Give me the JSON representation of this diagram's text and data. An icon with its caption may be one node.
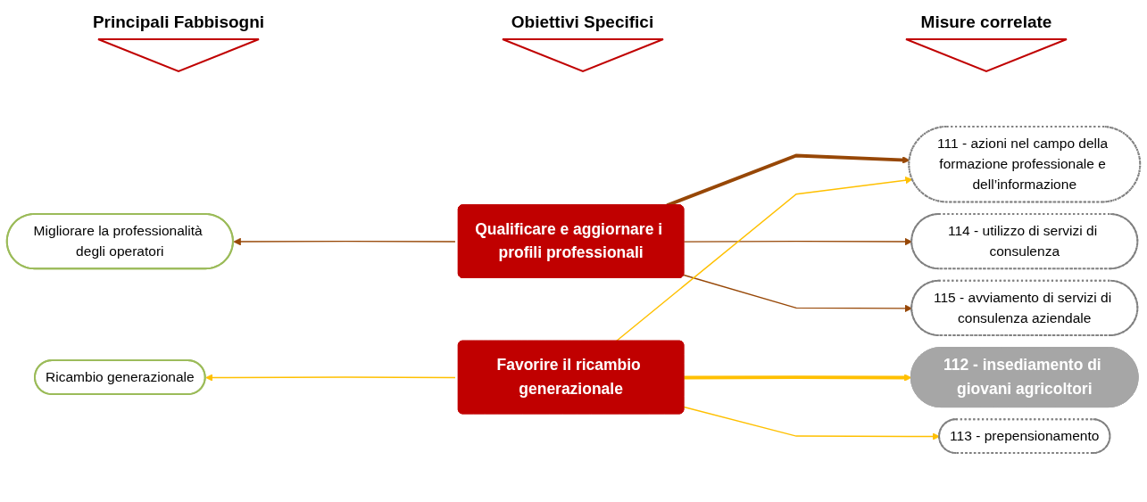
{
  "diagram": {
    "nodes": [
      {
        "text": [
          "Migliorare la professionalità degli operatori"
        ]
      },
      {
        "text": [
          "Ricambio generazionale"
        ]
      },
      {
        "text": [
          "Qualificare e aggiornare i profili professionali"
        ]
      },
      {
        "text": [
          "Favorire il ricambio generazionale"
        ]
      },
      {
        "text": [
          "111 - azioni nel campo della formazione professionale e dell’informazione"
        ]
      },
      {
        "text": [
          "114 - utilizzo di servizi di consulenza"
        ]
      },
      {
        "text": [
          "115 - avviamento di servizi di consulenza aziendale"
        ]
      },
      {
        "text": [
          "112 - insediamento di giovani agricoltori"
        ]
      },
      {
        "text": [
          "113 - prepensionamento"
        ]
      }
    ],
    "edges": [
      {
        "from": 2,
        "to": 0,
        "arrow": "to",
        "color": "#974706"
      },
      {
        "from": 2,
        "to": 4,
        "arrow": "to",
        "style": "thick",
        "color": "#974706"
      },
      {
        "from": 2,
        "to": 5,
        "arrow": "to",
        "color": "#974706"
      },
      {
        "from": 2,
        "to": 6,
        "arrow": "to",
        "color": "#974706"
      },
      {
        "from": 3,
        "to": 1,
        "arrow": "to",
        "color": "#ffc000"
      },
      {
        "from": 3,
        "to": 4,
        "arrow": "to",
        "color": "#ffc000"
      },
      {
        "from": 3,
        "to": 7,
        "arrow": "to",
        "style": "thick",
        "color": "#ffc000"
      },
      {
        "from": 3,
        "to": 8,
        "arrow": "to",
        "color": "#ffc000"
      }
    ],
    "labels": [
      "Principali Fabbisogni",
      "Obiettivi Specifici",
      "Misure correlate"
    ]
  }
}
